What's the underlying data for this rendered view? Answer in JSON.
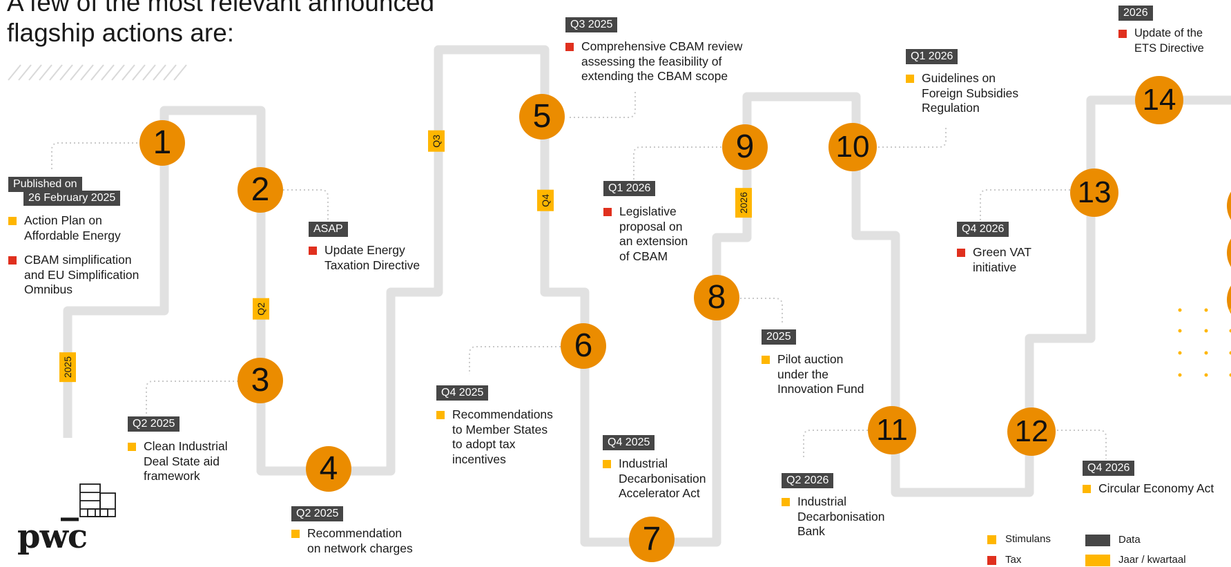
{
  "title": {
    "line1": "A few of the most relevant announced",
    "line2": "flagship actions are:"
  },
  "colors": {
    "milestone": "#eb8c00",
    "path": "#e1e1e1",
    "date_tag": "#464646",
    "stimulus": "#ffb600",
    "tax": "#e0301e",
    "year_quarter": "#ffb600"
  },
  "published": {
    "line1": "Published on",
    "line2": "26 February 2025"
  },
  "milestones": [
    "1",
    "2",
    "3",
    "4",
    "5",
    "6",
    "7",
    "8",
    "9",
    "10",
    "11",
    "12",
    "13",
    "14"
  ],
  "year_labels": [
    "2025",
    "Q2",
    "Q3",
    "Q4",
    "2026"
  ],
  "date_tags": [
    "ASAP",
    "Q2 2025",
    "Q2 2025",
    "Q3 2025",
    "Q4 2025",
    "Q4 2025",
    "Q1 2026",
    "2025",
    "Q1 2026",
    "Q2 2026",
    "Q4 2026",
    "Q4 2026",
    "2026"
  ],
  "items": [
    {
      "text_l1": "Action Plan on",
      "text_l2": "Affordable Energy",
      "type": "stimulus"
    },
    {
      "text_l1": "CBAM simplification",
      "text_l2": "and EU Simplification",
      "text_l3": "Omnibus",
      "type": "tax"
    },
    {
      "text_l1": "Update Energy",
      "text_l2": "Taxation Directive",
      "type": "tax"
    },
    {
      "text_l1": "Clean Industrial",
      "text_l2": "Deal State aid",
      "text_l3": "framework",
      "type": "stimulus"
    },
    {
      "text_l1": "Recommendation",
      "text_l2": "on network charges",
      "type": "stimulus"
    },
    {
      "text_l1": "Comprehensive CBAM review",
      "text_l2": "assessing the feasibility of",
      "text_l3": "extending the CBAM scope",
      "type": "tax"
    },
    {
      "text_l1": "Recommendations",
      "text_l2": "to Member States",
      "text_l3": "to adopt tax",
      "text_l4": "incentives",
      "type": "stimulus"
    },
    {
      "text_l1": "Industrial",
      "text_l2": "Decarbonisation",
      "text_l3": "Accelerator Act",
      "type": "stimulus"
    },
    {
      "text_l1": "Legislative",
      "text_l2": "proposal on",
      "text_l3": "an extension",
      "text_l4": "of CBAM",
      "type": "tax"
    },
    {
      "text_l1": "Pilot auction",
      "text_l2": "under the",
      "text_l3": "Innovation Fund",
      "type": "stimulus"
    },
    {
      "text_l1": "Guidelines on",
      "text_l2": "Foreign Subsidies",
      "text_l3": "Regulation",
      "type": "stimulus"
    },
    {
      "text_l1": "Industrial",
      "text_l2": "Decarbonisation",
      "text_l3": "Bank",
      "type": "stimulus"
    },
    {
      "text_l1": "Circular Economy Act",
      "type": "stimulus"
    },
    {
      "text_l1": "Green VAT",
      "text_l2": "initiative",
      "type": "tax"
    },
    {
      "text_l1": "Update of the",
      "text_l2": "ETS Directive",
      "type": "tax"
    }
  ],
  "legend": {
    "stimulus": "Stimulans",
    "tax": "Tax",
    "data": "Data",
    "year_quarter": "Jaar / kwartaal"
  },
  "logo": "pwc"
}
